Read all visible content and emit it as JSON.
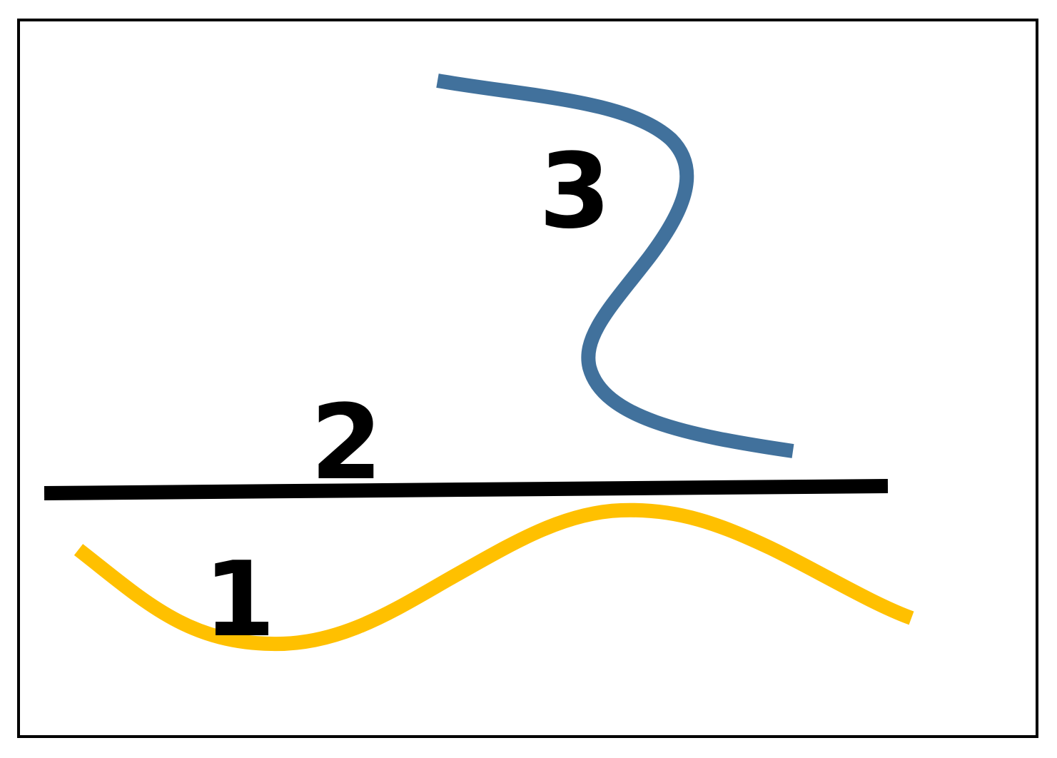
{
  "diagram": {
    "colors": {
      "curve_1": "#FFC000",
      "curve_2": "#000000",
      "curve_3": "#41719C",
      "border": "#000000",
      "background": "#FFFFFF"
    },
    "labels": {
      "curve_1": "1",
      "curve_2": "2",
      "curve_3": "3"
    }
  }
}
